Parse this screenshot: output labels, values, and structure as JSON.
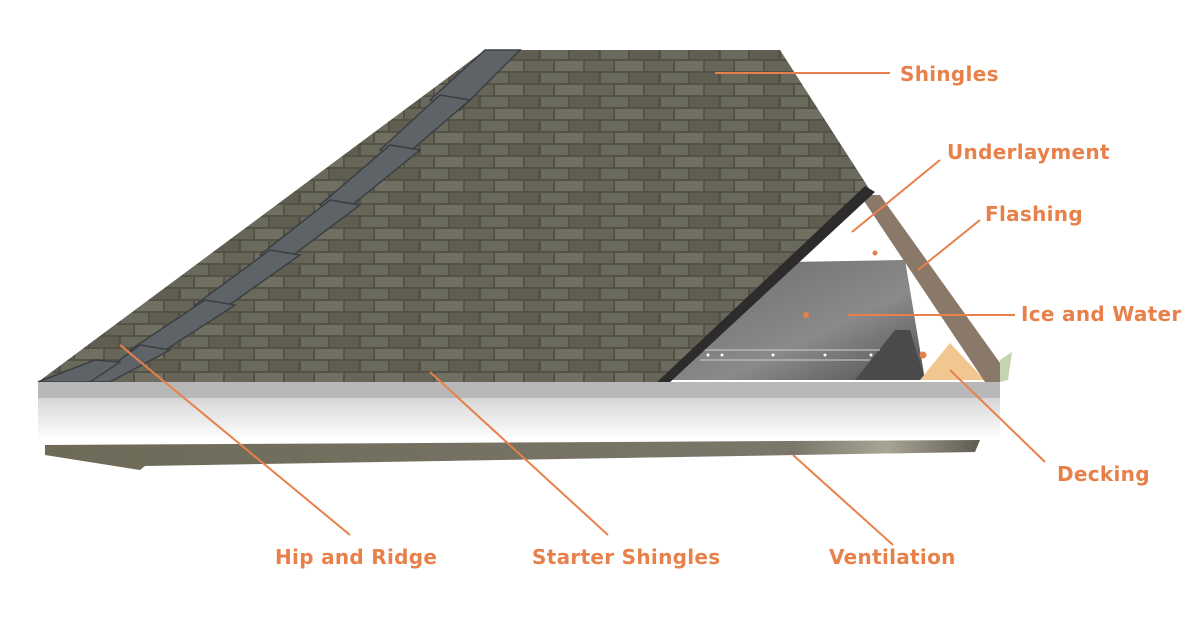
{
  "labels": {
    "shingles": "Shingles",
    "underlayment": "Underlayment",
    "flashing": "Flashing",
    "ice_and_water": "Ice and Water",
    "decking": "Decking",
    "ventilation": "Ventilation",
    "starter_shingles": "Starter Shingles",
    "hip_and_ridge": "Hip and Ridge"
  },
  "colors": {
    "label": "#E8804A",
    "shingle": "#6d6c5e",
    "ridge_cap": "#5d6266",
    "ice_and_water": "#5f5f5f",
    "flashing": "#8a7868",
    "decking": "#f2c690",
    "fascia": "#b9b9b9"
  }
}
